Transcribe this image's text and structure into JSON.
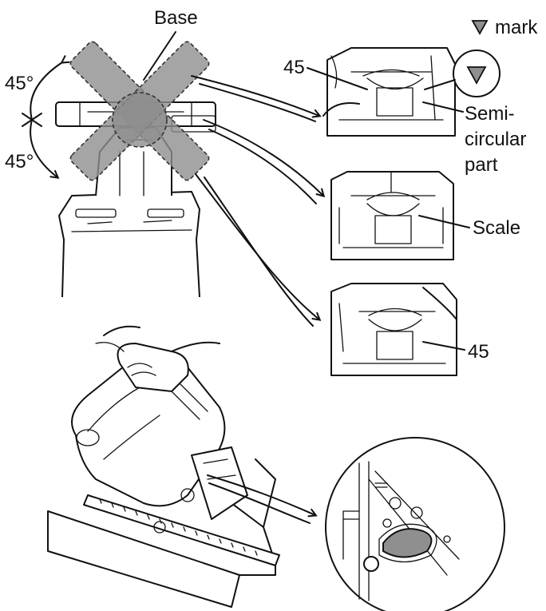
{
  "labels": {
    "base": "Base",
    "mark": "mark",
    "angle_top": "45°",
    "angle_bottom": "45°",
    "num_top": "45",
    "semi_1": "Semi-",
    "semi_2": "circular",
    "semi_3": "part",
    "scale": "Scale",
    "num_bottom": "45"
  },
  "icons": {
    "mark": "triangle-down-mark-icon"
  },
  "colors": {
    "line": "#111111",
    "shade": "#8f8f8f",
    "mark_fill": "#8f8f8f"
  }
}
